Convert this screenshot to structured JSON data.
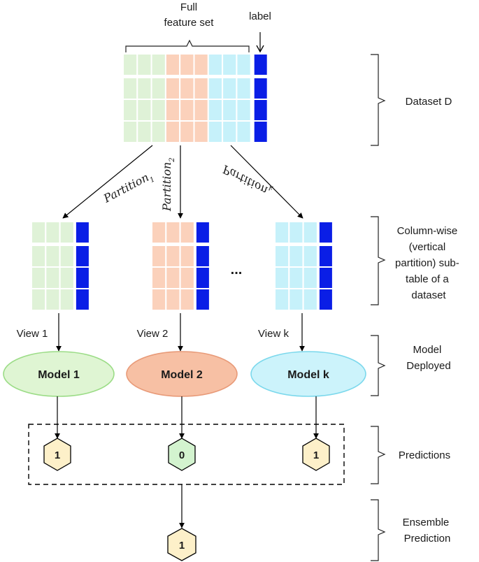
{
  "header": {
    "full_feature_set_line1": "Full",
    "full_feature_set_line2": "feature set",
    "label": "label"
  },
  "partitions": {
    "p1": {
      "base": "Partition",
      "sub": "1"
    },
    "p2": {
      "base": "Partition",
      "sub": "2"
    },
    "pk": {
      "base": "Partition",
      "sub": "k"
    }
  },
  "ellipsis": "...",
  "views": [
    "View 1",
    "View 2",
    "View k"
  ],
  "models": [
    "Model 1",
    "Model 2",
    "Model k"
  ],
  "predictions": [
    "1",
    "0",
    "1"
  ],
  "ensemble_value": "1",
  "annotations": {
    "dataset": [
      "Dataset D"
    ],
    "subtable": [
      "Column-wise",
      "(vertical",
      "partition) sub-",
      "table of a",
      "dataset"
    ],
    "model": [
      "Model",
      "Deployed"
    ],
    "predictions": [
      "Predictions"
    ],
    "ensemble": [
      "Ensemble",
      "Prediction"
    ]
  },
  "colors": {
    "green": "#dff2d7",
    "salmon": "#fbd1bb",
    "cyan": "#c6f1fa",
    "label_blue": "#0a1ee6",
    "model_green": "#dff5d3",
    "model_green_stroke": "#9bdc86",
    "model_salmon": "#f7c0a4",
    "model_salmon_stroke": "#e89a78",
    "model_cyan": "#ccf3fb",
    "model_cyan_stroke": "#7bd8ec",
    "hex_yellow": "#fdf0c9",
    "hex_green": "#d3f3cf"
  }
}
